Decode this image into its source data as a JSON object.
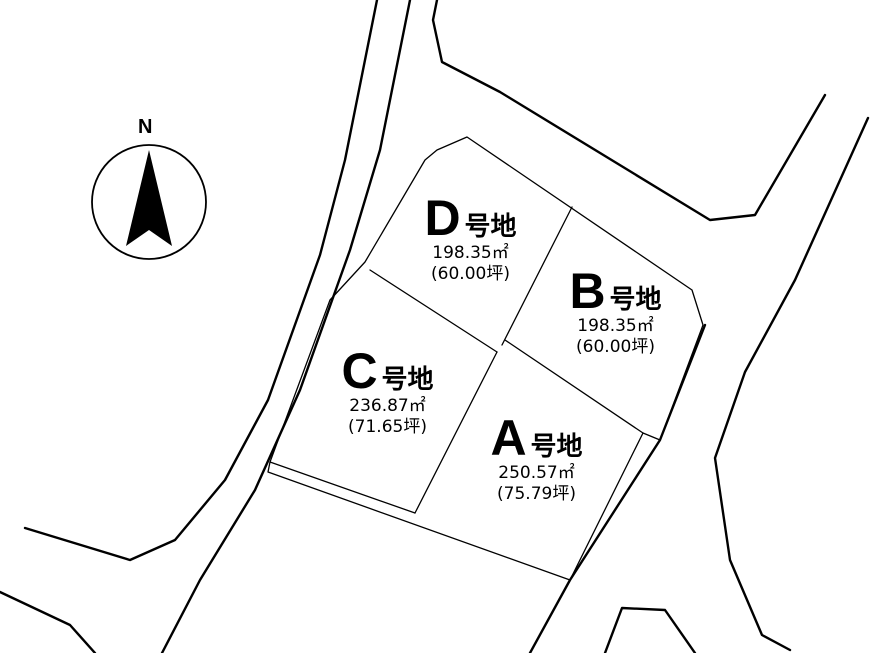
{
  "compass": {
    "label": "N",
    "icon": "north-arrow-icon"
  },
  "lots": {
    "D": {
      "letter": "D",
      "suffix": "号地",
      "area": "198.35㎡",
      "tsubo": "(60.00坪)"
    },
    "B": {
      "letter": "B",
      "suffix": "号地",
      "area": "198.35㎡",
      "tsubo": "(60.00坪)"
    },
    "C": {
      "letter": "C",
      "suffix": "号地",
      "area": "236.87㎡",
      "tsubo": "(71.65坪)"
    },
    "A": {
      "letter": "A",
      "suffix": "号地",
      "area": "250.57㎡",
      "tsubo": "(75.79坪)"
    }
  },
  "colors": {
    "line": "#000000",
    "background": "#ffffff"
  }
}
